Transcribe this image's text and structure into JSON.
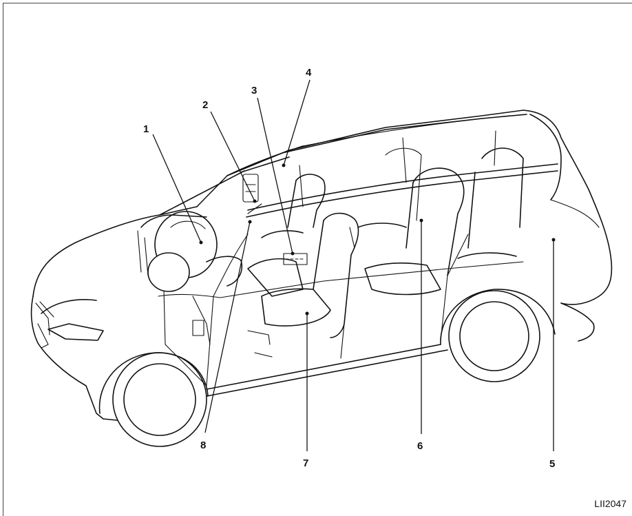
{
  "figure_code": "LII2047",
  "callouts": [
    {
      "id": "1",
      "label": "1"
    },
    {
      "id": "2",
      "label": "2"
    },
    {
      "id": "3",
      "label": "3"
    },
    {
      "id": "4",
      "label": "4"
    },
    {
      "id": "5",
      "label": "5"
    },
    {
      "id": "6",
      "label": "6"
    },
    {
      "id": "7",
      "label": "7"
    },
    {
      "id": "8",
      "label": "8"
    }
  ]
}
